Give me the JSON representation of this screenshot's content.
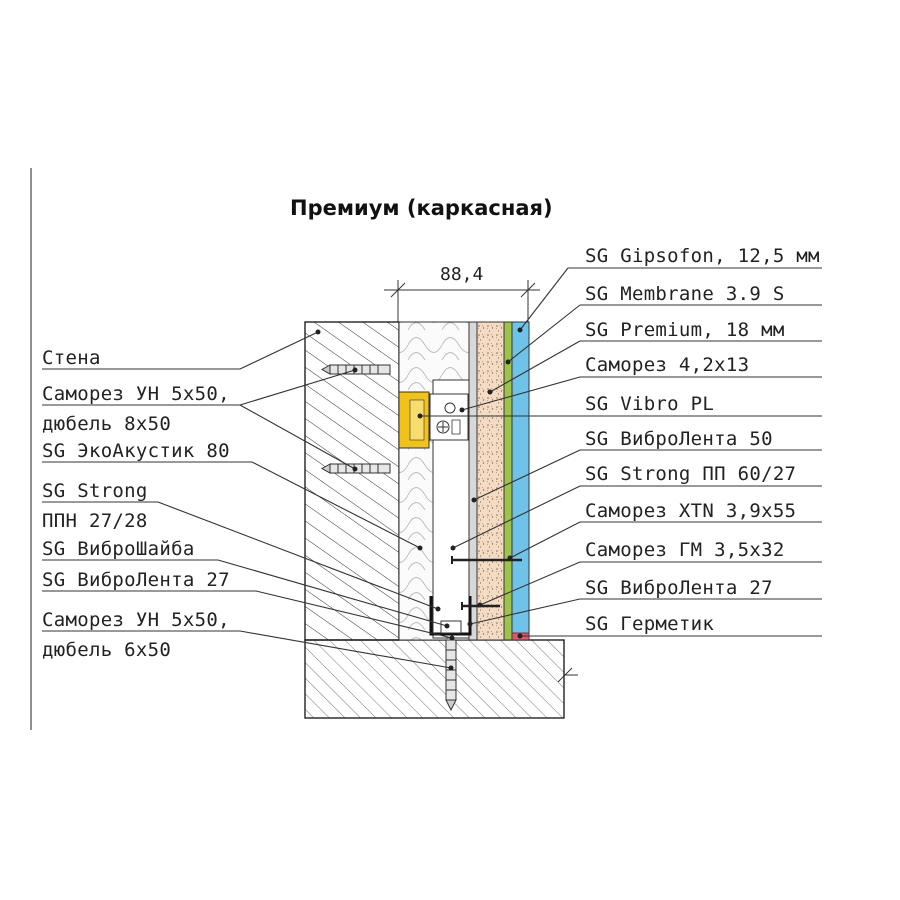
{
  "title": "Премиум (каркасная)",
  "dimension": "88,4",
  "colors": {
    "profile_yellow": "#f2c21c",
    "membrane_green": "#9ec24a",
    "gipsofon_blue": "#6fc3e8",
    "premium_board": "#f4dcc4",
    "sealant_red": "#e0566b",
    "line": "#222222"
  },
  "labels_left": [
    {
      "id": "wall",
      "lines": [
        "Стена"
      ]
    },
    {
      "id": "screw-un-8",
      "lines": [
        "Саморез УН 5х50,",
        "дюбель 8х50"
      ]
    },
    {
      "id": "ecoacoustic",
      "lines": [
        "SG ЭкоАкустик 80"
      ]
    },
    {
      "id": "strong-ppn",
      "lines": [
        "SG Strong",
        "ППН 27/28"
      ]
    },
    {
      "id": "vibro-washer",
      "lines": [
        "SG ВиброШайба"
      ]
    },
    {
      "id": "vibro-tape-27-left",
      "lines": [
        "SG ВиброЛента 27"
      ]
    },
    {
      "id": "screw-un-6",
      "lines": [
        "Саморез УН 5х50,",
        "дюбель 6х50"
      ]
    }
  ],
  "labels_right": [
    {
      "id": "gipsofon",
      "text": "SG Gipsofon, 12,5 мм"
    },
    {
      "id": "membrane",
      "text": "SG Membrane 3.9 S"
    },
    {
      "id": "premium",
      "text": "SG Premium, 18 мм"
    },
    {
      "id": "screw-4-2",
      "text": "Саморез 4,2х13"
    },
    {
      "id": "vibro-pl",
      "text": "SG Vibro PL"
    },
    {
      "id": "vibro-tape-50",
      "text": "SG ВиброЛента 50"
    },
    {
      "id": "strong-pp",
      "text": "SG Strong ПП 60/27"
    },
    {
      "id": "screw-xtn",
      "text": "Саморез XTN 3,9х55"
    },
    {
      "id": "screw-gm",
      "text": "Саморез ГМ 3,5х32"
    },
    {
      "id": "vibro-tape-27-right",
      "text": "SG ВиброЛента 27"
    },
    {
      "id": "sealant",
      "text": "SG Герметик"
    }
  ]
}
